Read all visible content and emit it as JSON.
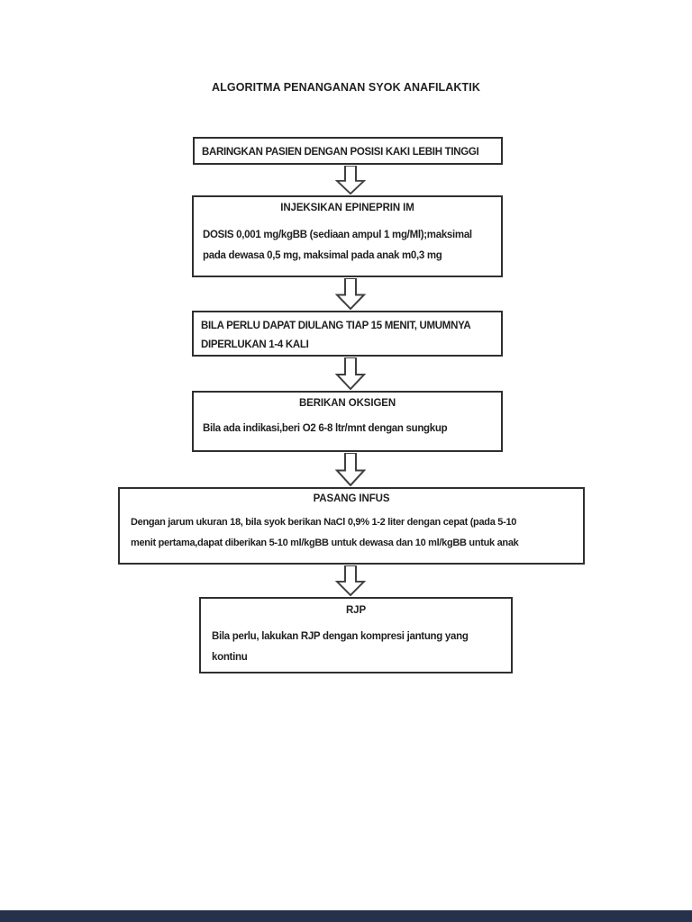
{
  "page": {
    "title": "ALGORITMA PENANGANAN SYOK ANAFILAKTIK",
    "background_color": "#ffffff",
    "text_color": "#1f1f1f",
    "box_border_color": "#2f2f2f",
    "arrow_outline_color": "#3f3f3f",
    "footer_bar_color": "#26324b"
  },
  "flowchart": {
    "connector_icon": "down-arrow-icon",
    "steps": [
      {
        "title": "BARINGKAN PASIEN DENGAN POSISI KAKI LEBIH TINGGI"
      },
      {
        "heading": "INJEKSIKAN EPINEPRIN IM",
        "body": "DOSIS 0,001 mg/kgBB (sediaan ampul 1 mg/Ml);maksimal\npada dewasa 0,5 mg, maksimal pada anak m0,3 mg"
      },
      {
        "title": "BILA PERLU DAPAT DIULANG TIAP 15 MENIT, UMUMNYA\nDIPERLUKAN 1-4 KALI"
      },
      {
        "heading": "BERIKAN OKSIGEN",
        "body": "Bila ada indikasi,beri O2 6-8 ltr/mnt dengan sungkup"
      },
      {
        "heading": "PASANG INFUS",
        "body": "Dengan jarum ukuran 18, bila syok berikan NaCl 0,9% 1-2 liter dengan cepat (pada 5-10\nmenit pertama,dapat diberikan 5-10 ml/kgBB untuk dewasa dan 10 ml/kgBB untuk anak"
      },
      {
        "heading": "RJP",
        "body": "Bila perlu, lakukan RJP dengan kompresi jantung yang\nkontinu"
      }
    ]
  }
}
